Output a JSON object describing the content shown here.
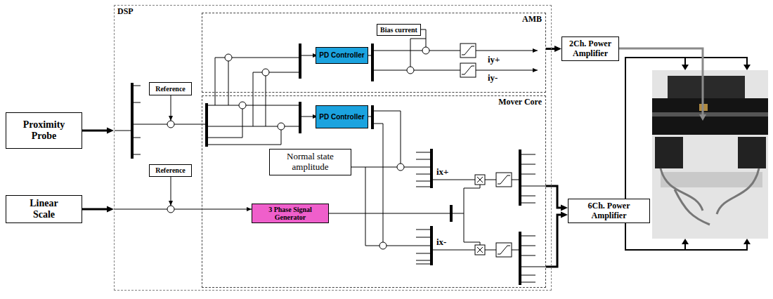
{
  "diagram": {
    "nodes": [
      {
        "text": [
          "DSP"
        ]
      },
      {
        "text": [
          "AMB"
        ],
        "in": 0
      },
      {
        "text": [
          "Bias current"
        ],
        "in": 1
      },
      {
        "text": [
          "PD Controller"
        ],
        "in": 1
      },
      {
        "text": [
          "Reference"
        ],
        "in": 0
      },
      {
        "text": [
          "Mover Core"
        ],
        "in": 0
      },
      {
        "text": [
          "PD Controller"
        ],
        "in": 5
      },
      {
        "text": [
          "Normal state amplitude"
        ],
        "in": 5
      },
      {
        "text": [
          "Reference"
        ],
        "in": 0
      },
      {
        "text": [
          "3 Phase Signal Generator"
        ],
        "in": 5
      },
      {
        "text": [
          "Proximity Probe"
        ]
      },
      {
        "text": [
          "Linear Scale"
        ]
      },
      {
        "text": [
          "2Ch. Power Amplifier"
        ]
      },
      {
        "text": [
          "6Ch. Power Amplifier"
        ]
      }
    ],
    "edges": [
      {
        "from": 10,
        "to": 0,
        "arrow": "to"
      },
      {
        "from": 11,
        "to": 0,
        "arrow": "to"
      },
      {
        "from": 1,
        "to": 12,
        "arrow": "to"
      },
      {
        "from": 5,
        "to": 13,
        "arrow": "to"
      },
      {
        "from": 5,
        "to": 13,
        "arrow": "to"
      }
    ],
    "labels": [
      "iy+",
      "iy-",
      "ix+",
      "ix-"
    ]
  }
}
